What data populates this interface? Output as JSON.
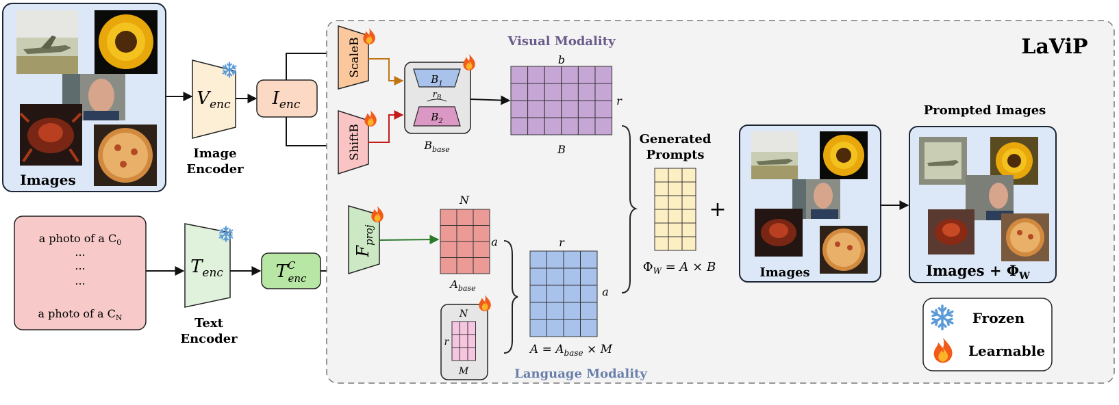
{
  "title": "LaViP",
  "images_panel": {
    "label": "Images"
  },
  "image_encoder": {
    "symbol": "V",
    "sub": "enc",
    "caption_line1": "Image",
    "caption_line2": "Encoder"
  },
  "image_features": {
    "symbol": "I",
    "sub": "enc"
  },
  "text_prompts": {
    "line1_prefix": "a photo of a C",
    "line1_sub": "0",
    "dots": [
      "...",
      "...",
      "..."
    ],
    "line_last_prefix": "a photo of a C",
    "line_last_sub": "N"
  },
  "text_encoder": {
    "symbol": "T",
    "sub": "enc",
    "caption_line1": "Text",
    "caption_line2": "Encoder"
  },
  "text_features": {
    "symbol": "T",
    "sup": "C",
    "sub": "enc"
  },
  "visual_modality": {
    "label": "Visual Modality",
    "scale_label": "ScaleB",
    "shift_label": "ShiftB",
    "bbase_b1": "B",
    "bbase_b1_sub": "1",
    "bbase_rank": "r",
    "bbase_rank_sub": "B",
    "bbase_b2": "B",
    "bbase_b2_sub": "2",
    "bbase_caption": "B",
    "bbase_caption_sub": "base",
    "matrix_top": "b",
    "matrix_right": "r",
    "matrix_bottom": "B"
  },
  "language_modality": {
    "label": "Language Modality",
    "proj_symbol": "F",
    "proj_sub": "proj",
    "abase_top": "N",
    "abase_right": "a",
    "abase_caption": "A",
    "abase_caption_sub": "base",
    "m_top": "N",
    "m_left": "r",
    "m_bottom": "M",
    "a_top": "r",
    "a_right": "a",
    "a_formula_left": "A = A",
    "a_formula_sub": "base",
    "a_formula_right": " × M"
  },
  "generated_prompts": {
    "label_line1": "Generated",
    "label_line2": "Prompts",
    "formula_phi": "Φ",
    "formula_sub": "W",
    "formula_rest": " = A × B"
  },
  "plus_sign": "+",
  "images_panel_2": {
    "label": "Images"
  },
  "prompted_images": {
    "title": "Prompted Images",
    "label_prefix": "Images + Φ",
    "label_sub": "W"
  },
  "legend": {
    "frozen": "Frozen",
    "learnable": "Learnable"
  },
  "colors": {
    "image_panel_bg": "#dce8f8",
    "visual_matrix": "#c6a6d4",
    "abase_matrix": "#ec9a96",
    "m_matrix": "#f6c6e0",
    "a_matrix": "#a8c2ec",
    "prompt_matrix": "#fcefc4",
    "encoder_v": "#fdeed6",
    "encoder_t": "#e0f2dc",
    "ienc": "#fcd9c4",
    "tenc_c": "#b8e6a4",
    "scale": "#fac89c",
    "shift": "#fac4c4",
    "proj": "#cce8c4",
    "text_box": "#f7c9c9",
    "modality_bg": "#f3f3f3",
    "visual_label": "#6a5a8a",
    "language_label": "#6a80aa"
  }
}
